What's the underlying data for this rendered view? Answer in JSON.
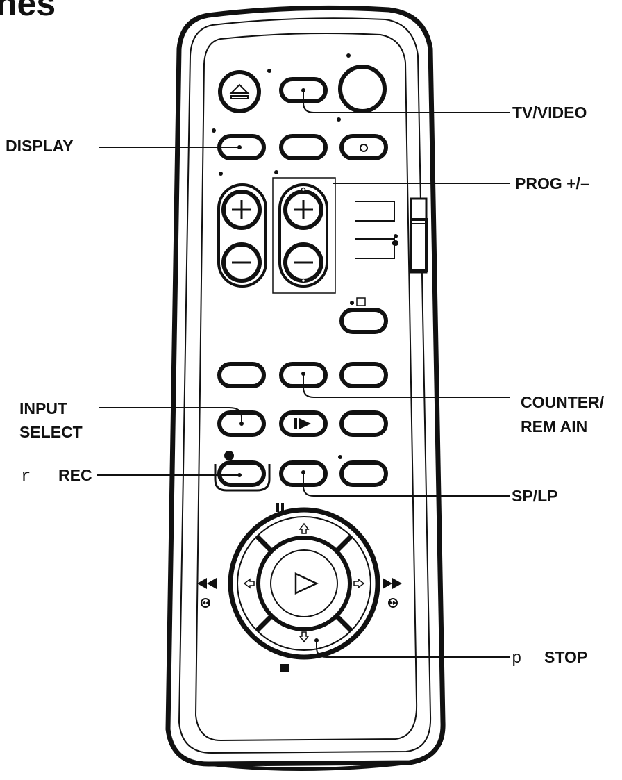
{
  "heading": {
    "fragment": "nes"
  },
  "callouts": {
    "tv_video": "TV/VIDEO",
    "display": "DISPLAY",
    "prog": "PROG +/–",
    "counter_line1": "COUNTER/",
    "counter_line2": "REM AIN",
    "input_line1": "INPUT",
    "input_line2": "SELECT",
    "rec_prefix": "r",
    "rec": "REC",
    "sp_lp": "SP/LP",
    "stop_prefix": "p",
    "stop": "STOP"
  },
  "icons": {
    "eject": "eject-icon",
    "plus": "plus-icon",
    "minus": "minus-icon",
    "play": "play-icon",
    "pause": "pause-icon",
    "stop": "stop-icon",
    "rewind": "rewind-icon",
    "fast_forward": "fast-forward-icon",
    "record": "record-dot-icon"
  },
  "colors": {
    "ink": "#111111",
    "body": "#ffffff"
  }
}
